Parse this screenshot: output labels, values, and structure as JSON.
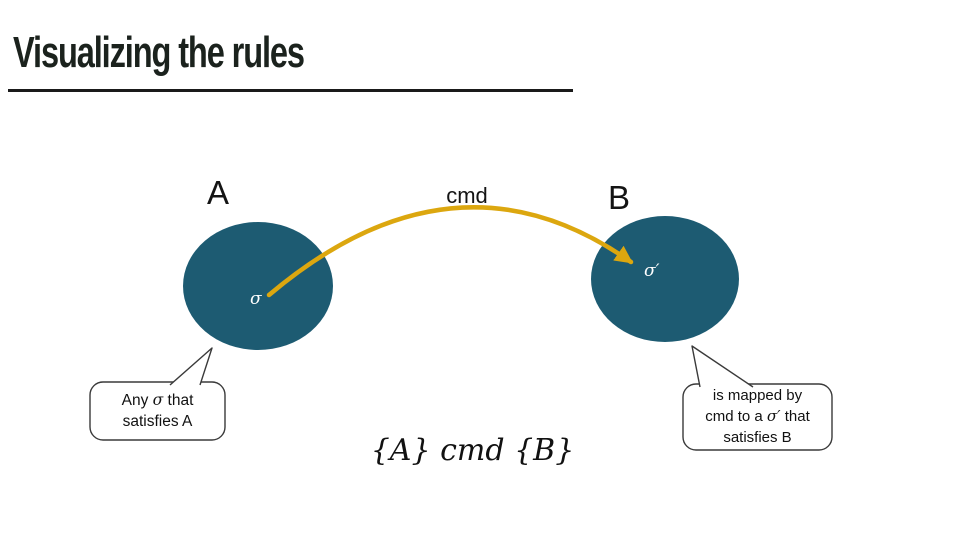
{
  "slide": {
    "title": "Visualizing the rules",
    "labels": {
      "set_a": "A",
      "set_b": "B",
      "cmd": "cmd",
      "sigma": "σ",
      "sigma_prime": "σ′"
    },
    "callouts": {
      "left": {
        "line1_pre": "Any ",
        "line1_sym": "σ",
        "line1_post": " that",
        "line2": "satisfies A"
      },
      "right": {
        "line1": "is mapped by",
        "line2_pre": "cmd to a ",
        "line2_sym": "σ′",
        "line2_post": " that",
        "line3": "satisfies B"
      }
    },
    "formula": "{A} cmd {B}",
    "colors": {
      "ellipse": "#1D5B72",
      "arrow": "#DCA70F",
      "title_text": "#1B221D",
      "bubble_border": "#3A3A3A"
    }
  }
}
